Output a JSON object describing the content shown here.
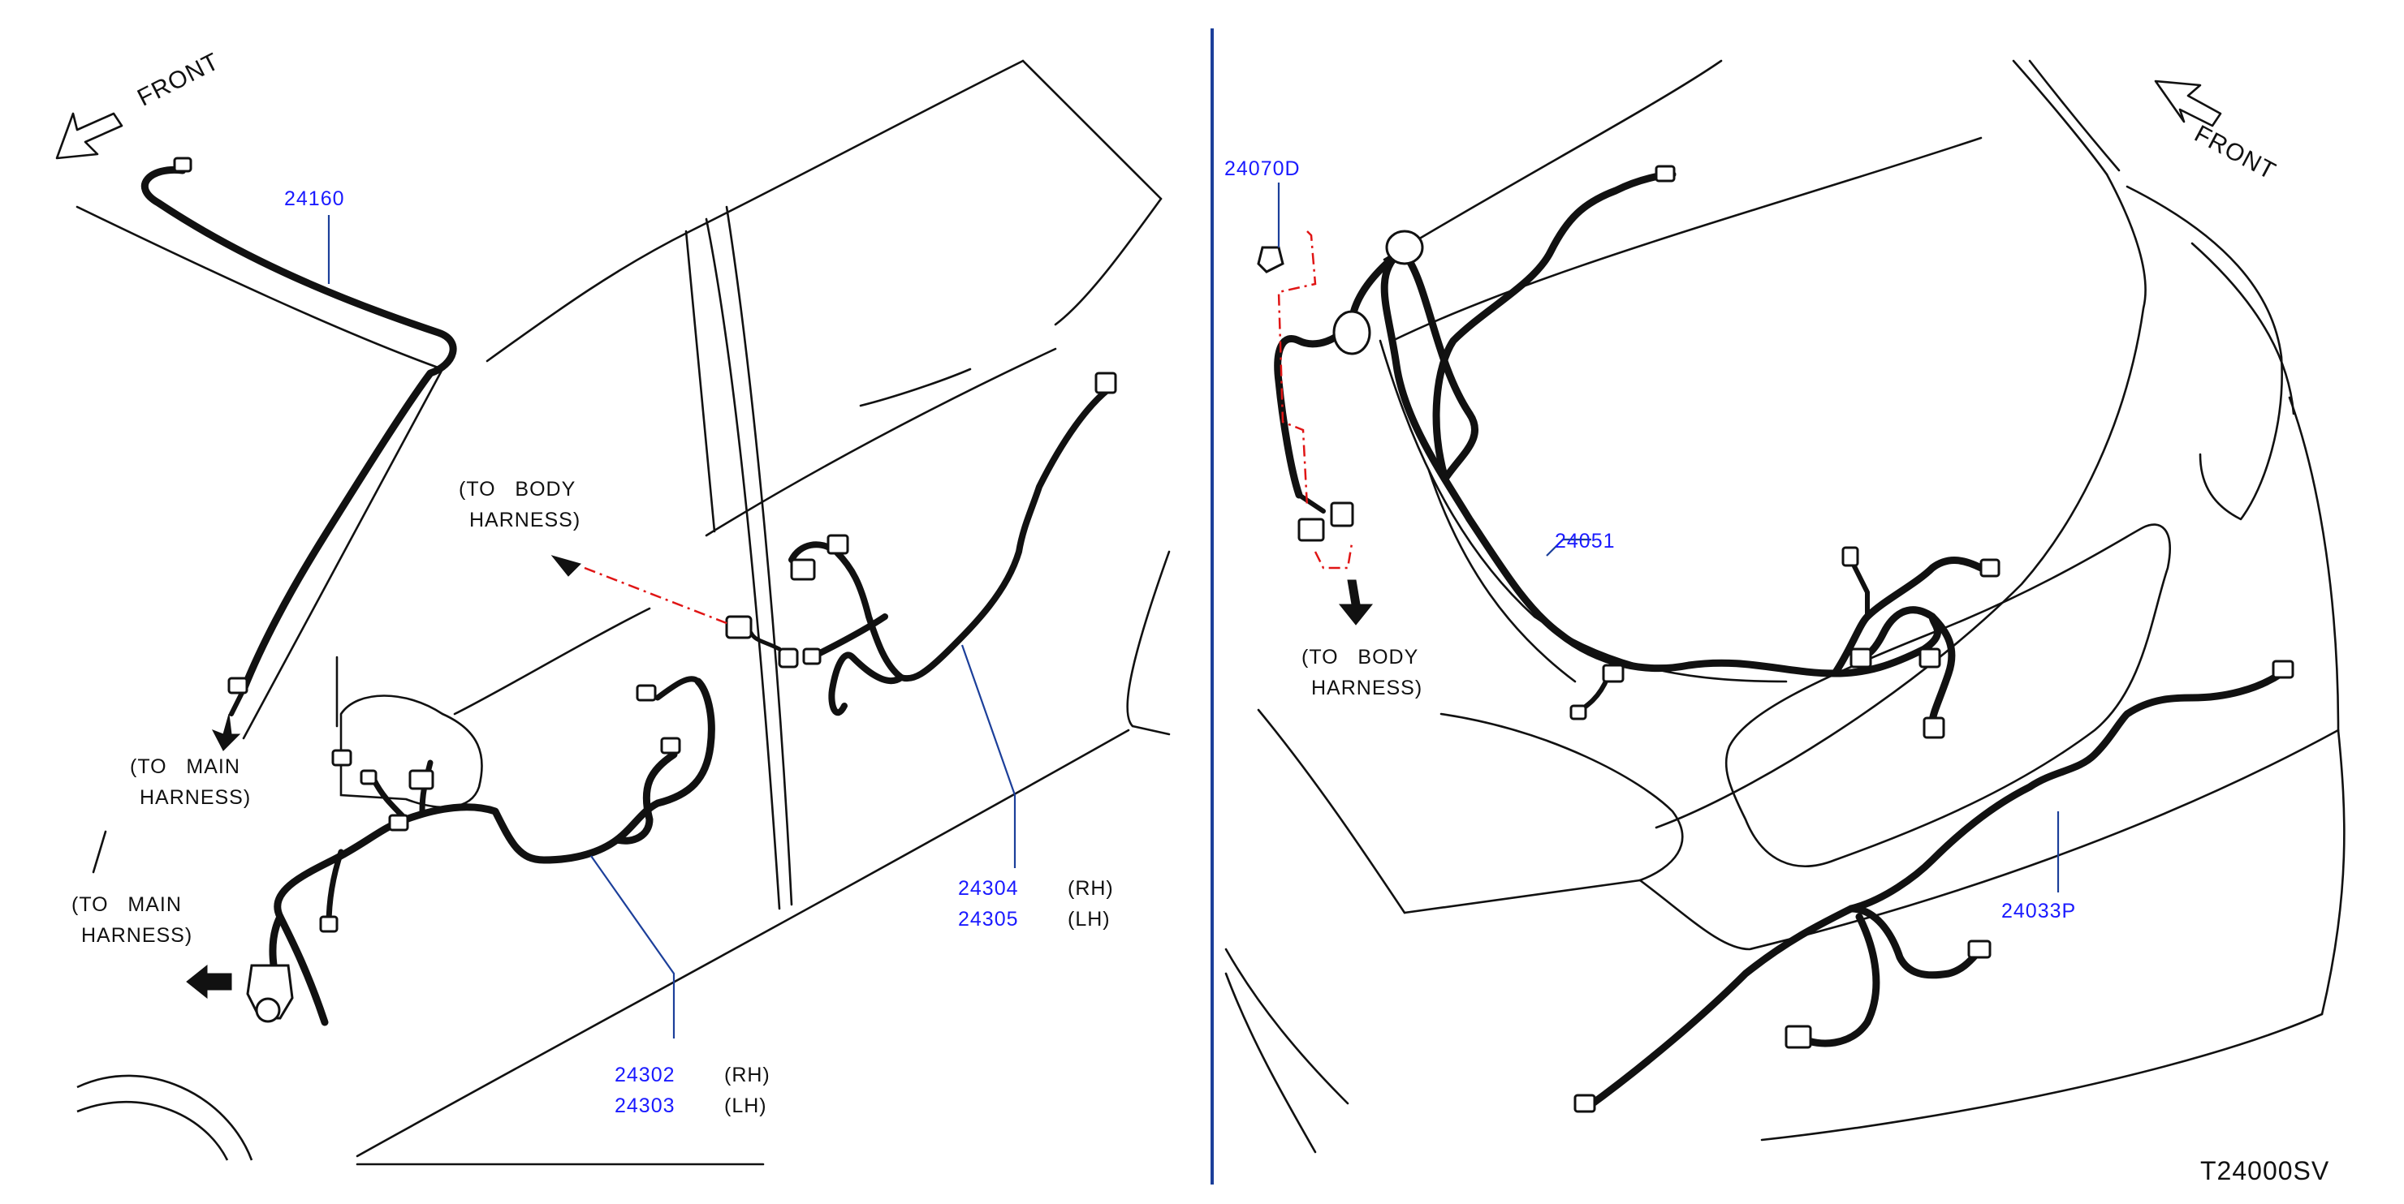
{
  "diagram_code": "T24000SV",
  "left_panel": {
    "front_label": "FRONT",
    "part_24160": "24160",
    "to_body_harness": [
      "(TO   BODY",
      "HARNESS)"
    ],
    "to_main_harness_upper": [
      "(TO   MAIN",
      "HARNESS)"
    ],
    "to_main_harness_lower": [
      "(TO   MAIN",
      "HARNESS)"
    ],
    "part_24304": "24304",
    "part_24304_side": "(RH)",
    "part_24305": "24305",
    "part_24305_side": "(LH)",
    "part_24302": "24302",
    "part_24302_side": "(RH)",
    "part_24303": "24303",
    "part_24303_side": "(LH)"
  },
  "right_panel": {
    "front_label": "FRONT",
    "part_24070D": "24070D",
    "to_body_harness": [
      "(TO   BODY",
      "HARNESS)"
    ],
    "part_24051": "24051",
    "part_24033P": "24033P"
  },
  "colors": {
    "part_number": "#1a1aff",
    "leader_line": "#1c3f9a",
    "divider": "#1c3f9a",
    "dashed_connection": "#e01515",
    "harness": "#111111",
    "body_outline": "#111111"
  }
}
